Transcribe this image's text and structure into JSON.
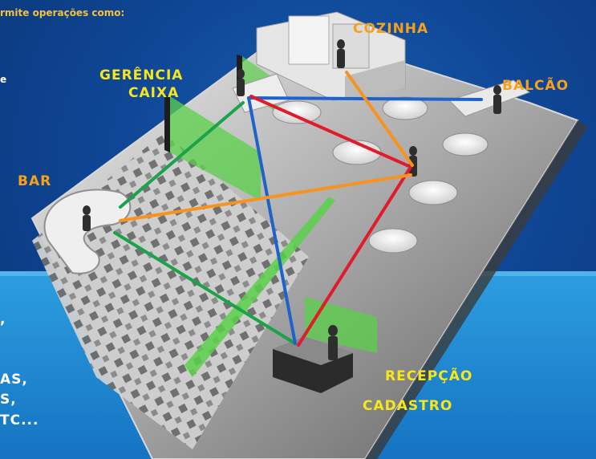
{
  "intro_text": "rmite operações como:",
  "intro_fragment": "e",
  "labels": {
    "cozinha": "COZINHA",
    "gerencia": "GERÊNCIA",
    "caixa": "CAIXA",
    "balcao": "BALCÃO",
    "bar": "BAR",
    "recepcao": "RECEPÇÃO",
    "cadastro": "CADASTRO"
  },
  "panel_lines": [
    ",",
    "AS,",
    "S,",
    "TC..."
  ],
  "colors": {
    "green": "#1aa34a",
    "blue": "#1f62c9",
    "red": "#e01b2b",
    "orange": "#f7931e",
    "label_orange": "#f7a11a",
    "label_yellow": "#f6e61a"
  }
}
